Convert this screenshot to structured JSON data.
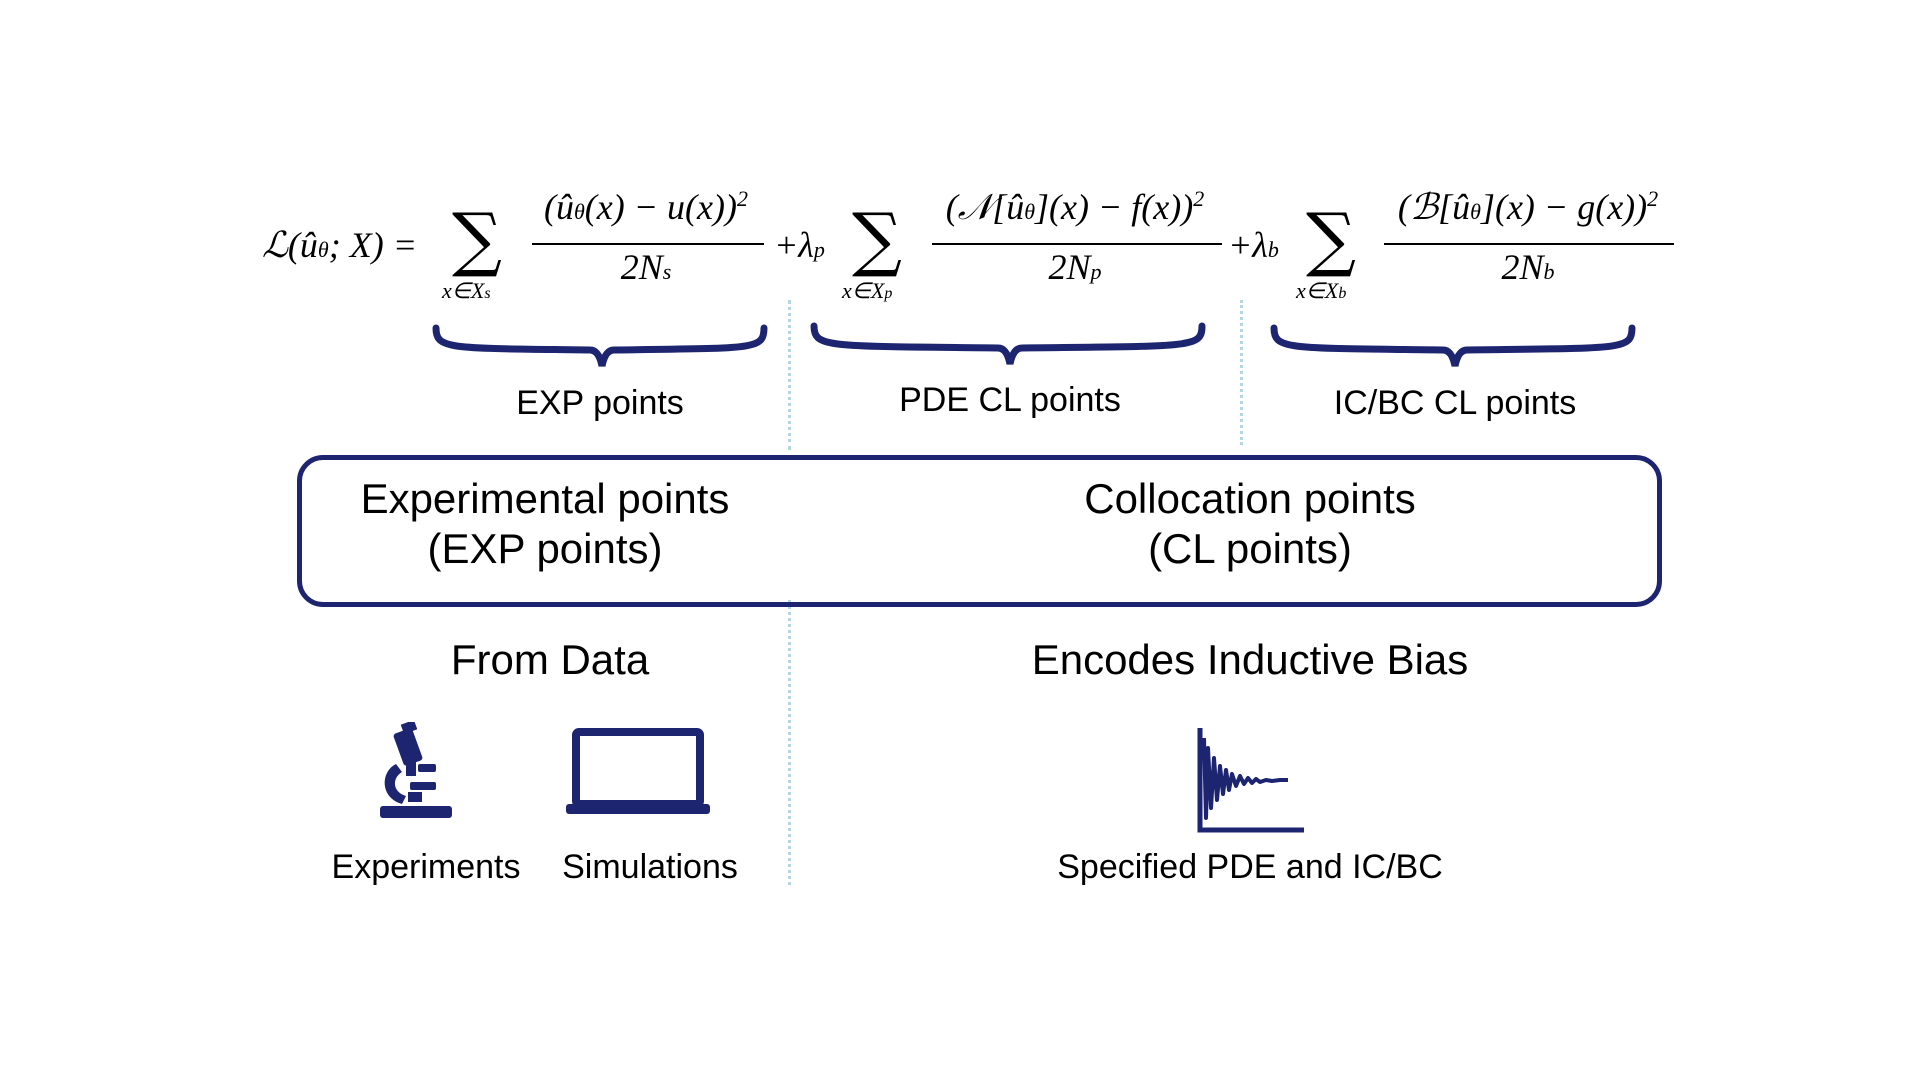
{
  "equation": {
    "lhs": "ℒ(û",
    "lhs_sub": "θ",
    "lhs_rest": "; X) =",
    "term1": {
      "sum_sub": "x∈X",
      "sum_sub_idx": "s",
      "numerator": "(û",
      "numerator_sub": "θ",
      "numerator_rest": "(x) − u(x))",
      "power": "2",
      "denominator": "2N",
      "denominator_sub": "s"
    },
    "plus_lambda_p": "+λ",
    "lambda_p_sub": "p",
    "term2": {
      "sum_sub": "x∈X",
      "sum_sub_idx": "p",
      "numerator": "(𝒩[û",
      "numerator_sub": "θ",
      "numerator_rest": "](x) − f(x))",
      "power": "2",
      "denominator": "2N",
      "denominator_sub": "p"
    },
    "plus_lambda_b": "+λ",
    "lambda_b_sub": "b",
    "term3": {
      "sum_sub": "x∈X",
      "sum_sub_idx": "b",
      "numerator": "(ℬ[û",
      "numerator_sub": "θ",
      "numerator_rest": "](x) − g(x))",
      "power": "2",
      "denominator": "2N",
      "denominator_sub": "b"
    },
    "sigma": "∑"
  },
  "brace_labels": {
    "exp": "EXP points",
    "pde": "PDE CL points",
    "icbc": "IC/BC CL points"
  },
  "box": {
    "left_line1": "Experimental points",
    "left_line2": "(EXP points)",
    "right_line1": "Collocation points",
    "right_line2": "(CL points)"
  },
  "sections": {
    "left_title": "From Data",
    "right_title": "Encodes Inductive Bias"
  },
  "icons": {
    "microscope": "microscope-icon",
    "laptop": "laptop-icon",
    "wave": "damped-wave-icon",
    "experiments_caption": "Experiments",
    "simulations_caption": "Simulations",
    "pde_caption": "Specified PDE and IC/BC"
  },
  "colors": {
    "accent": "#1d2470",
    "divider": "#b5d8e0"
  }
}
